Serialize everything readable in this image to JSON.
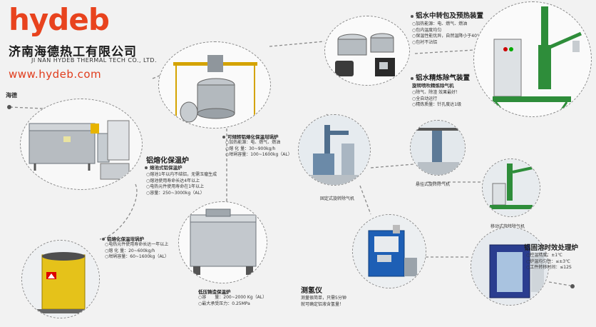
{
  "logo": {
    "text": "hydeb"
  },
  "company": {
    "cn": "济南海德热工有限公司",
    "en": "JI NAN HYDEB THERMAL TECH CO., LTD."
  },
  "website": "www.hydeb.com",
  "brand_label": "海德",
  "ladle": {
    "title": "铝水中转包及预热装置",
    "items": [
      "加热能源：电、燃气、燃油",
      "包内温度均匀",
      "保温性能优异，自然温降小于40℃/h",
      "包衬不沾铝"
    ]
  },
  "refining": {
    "title": "铝水精炼除气装置",
    "subtitle": "旋转喷吹精炼除气机",
    "items": [
      "除气、除渣 效果最好！",
      "全自动运行",
      "精炼质量：针孔度达1级"
    ]
  },
  "tilting": {
    "title": "可倾转铝熔化保温坩埚炉",
    "items": [
      "加热能源：电、燃气、燃油",
      "熔 化 量：30~900kg/h",
      "坩埚容量：100~1600kg（AL）"
    ]
  },
  "melting": {
    "title": "铝熔化保温炉",
    "subtitle": "熔池式铝保温炉",
    "items": [
      "熔池1年以内不结铝，无需玉瘤生成",
      "熔池使用寿命长达4年以上",
      "电热元件使用寿命在1年以上",
      "容量：250~3000kg（AL）"
    ]
  },
  "crucible": {
    "title": "铝熔化保温坩埚炉",
    "items": [
      "电热元件使用寿命长达一年以上",
      "熔 化 量：20~600kg/h",
      "坩埚容量：60~1600kg（AL）"
    ]
  },
  "lowpressure": {
    "title": "低压铸造保温炉",
    "items": [
      "容　　量：200~2000 Kg（AL）",
      "最大承受压力：0.25MPa"
    ]
  },
  "captions": {
    "fixed": "固定式旋转除气机",
    "suspended": "悬挂式旋转除气机",
    "mobile": "移动式旋转除气机"
  },
  "hydrogen": {
    "title": "测氢仪",
    "items": [
      "测量很简单，只需5分钟",
      "就可确定铝液含氢量！"
    ]
  },
  "aging": {
    "title": "铝固溶时效处理炉",
    "items": [
      "控温精度：±1℃",
      "炉温均匀性：≤±3℃",
      "工件转移时间：≤12S"
    ]
  },
  "colors": {
    "accent": "#e8431e",
    "green": "#2a8a2a",
    "steel": "#9aa3ab"
  }
}
